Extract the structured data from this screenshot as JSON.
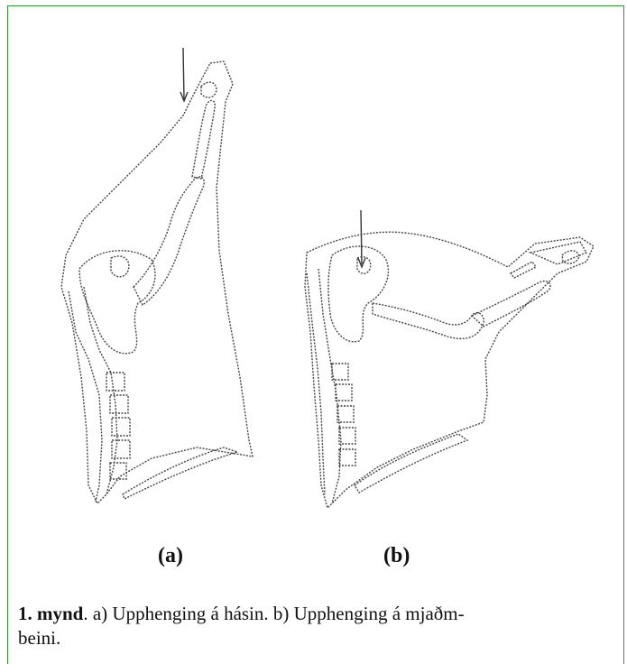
{
  "figure": {
    "panel_a_label": "(a)",
    "panel_b_label": "(b)"
  },
  "caption": {
    "number": "1. mynd",
    "text_line1": ". a) Upphenging á hásin. b) Upphenging á mjaðm-",
    "text_line2": "beini."
  }
}
